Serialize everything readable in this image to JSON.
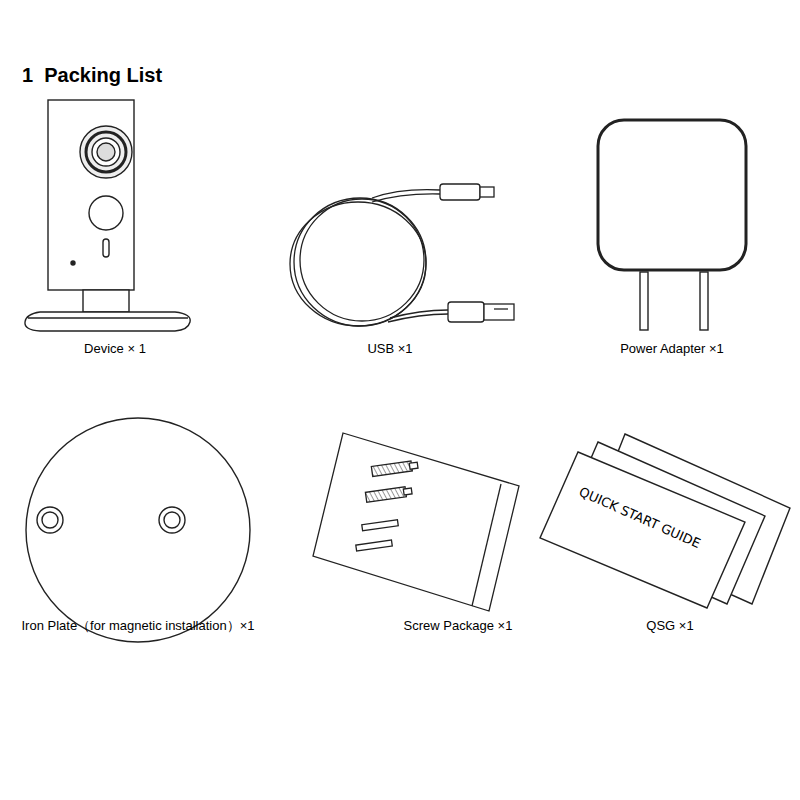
{
  "diagram": {
    "title": "1  Packing List",
    "labels": [
      "Device × 1",
      "USB ×1",
      "Power Adapter ×1",
      "Iron Plate（for magnetic installation）×1",
      "Screw Package ×1",
      "QSG ×1",
      "QUICK START GUIDE"
    ]
  }
}
